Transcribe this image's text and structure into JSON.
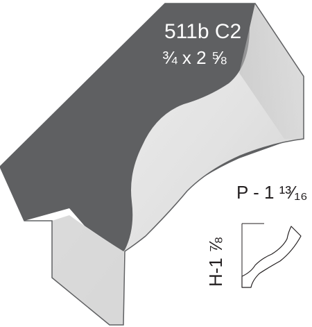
{
  "product": {
    "model": "511b C2",
    "size": "¾ x 2 ⅝",
    "projection": "P - 1 ¹³⁄₁₆",
    "height": "H-1 ⅞"
  },
  "colors": {
    "back_face": "#5f6062",
    "profile_face": "#e2e2e2",
    "profile_light": "#f0f0f0",
    "profile_shadow": "#c9c9c9",
    "outline": "#3b3b3b",
    "text_on_dark": "#ffffff",
    "text_dark": "#231f20"
  }
}
